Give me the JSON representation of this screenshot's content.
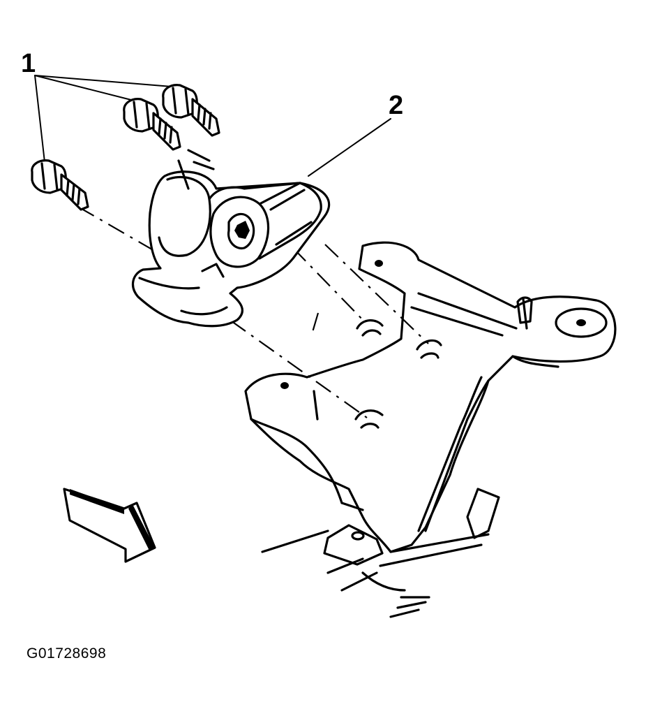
{
  "diagram": {
    "callouts": [
      {
        "id": "1",
        "text": "1"
      },
      {
        "id": "2",
        "text": "2"
      }
    ],
    "figure_id": "G01728698",
    "arrow_icon": "direction-arrow-icon"
  }
}
